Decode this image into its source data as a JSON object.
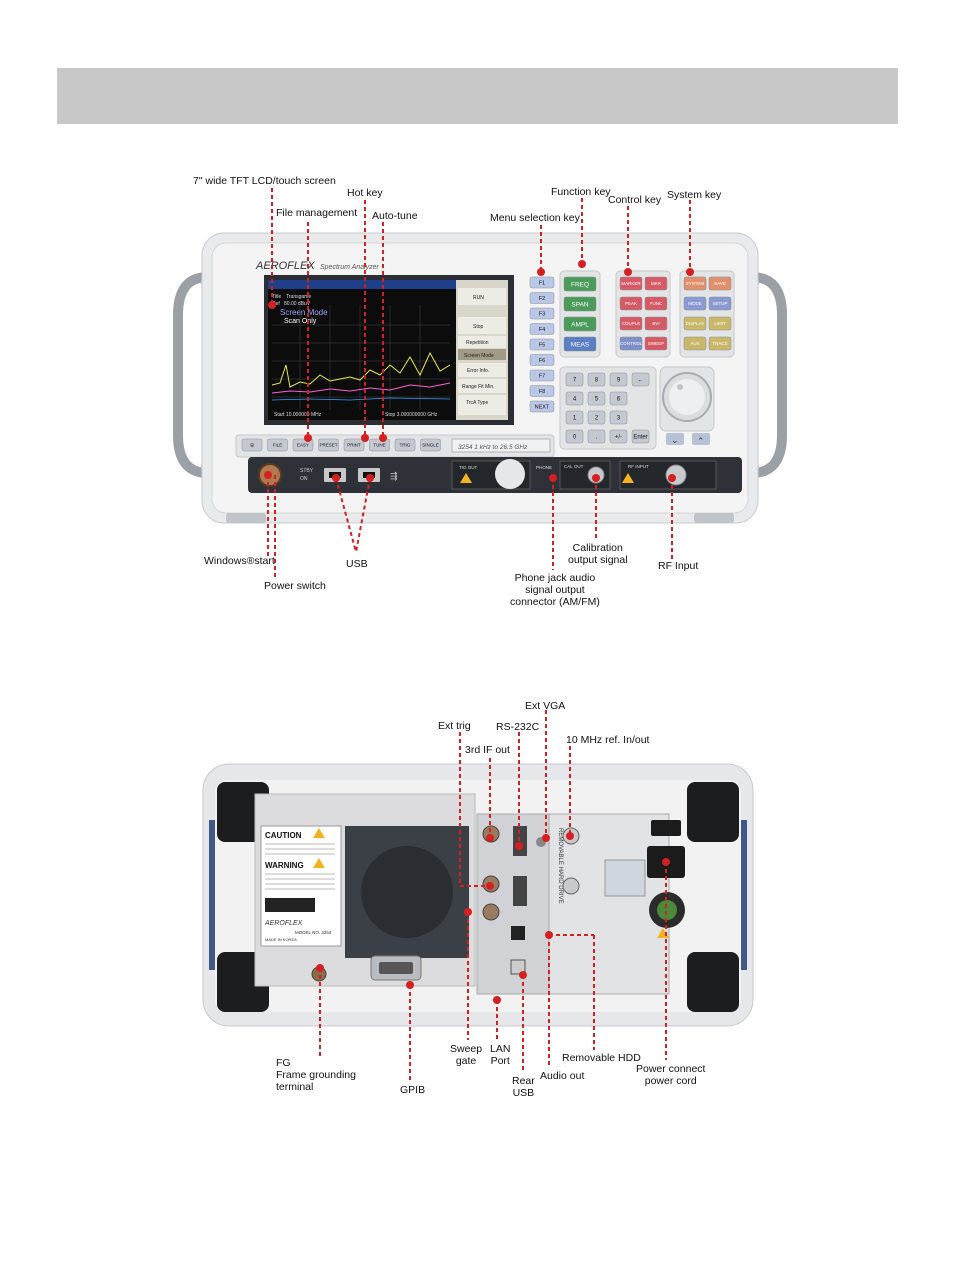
{
  "front_labels": {
    "lcd": "7\" wide TFT LCD/touch screen",
    "hot_key": "Hot key",
    "file_management": "File management",
    "auto_tune": "Auto-tune",
    "function_key": "Function key",
    "control_key": "Control key",
    "system_key": "System key",
    "menu_selection_key": "Menu selection key",
    "windows_start": "Windows®start",
    "usb": "USB",
    "power_switch": "Power switch",
    "calibration_output": "Calibration\noutput signal",
    "rf_input": "RF Input",
    "phone_jack": "Phone jack audio\nsignal output\nconnector (AM/FM)"
  },
  "rear_labels": {
    "ext_vga": "Ext VGA",
    "ext_trig": "Ext trig",
    "rs232c": "RS-232C",
    "third_if_out": "3rd IF out",
    "ref_10mhz": "10 MHz ref. In/out",
    "fg": "FG\nFrame grounding\nterminal",
    "gpib": "GPIB",
    "sweep_gate": "Sweep\ngate",
    "lan_port": "LAN\nPort",
    "rear_usb": "Rear\nUSB",
    "audio_out": "Audio out",
    "removable_hdd": "Removable HDD",
    "power_connect": "Power connect\npower cord"
  },
  "device_front": {
    "brand": "AEROFLEX",
    "product": "Spectrum Analyzer",
    "screen": {
      "title_left": "Title",
      "title_value": "Transgame",
      "ref_label": "Ref",
      "ref_value": "80.00 dBuV",
      "mode_1": "Screen Mode",
      "mode_2": "Scan Only",
      "start": "Start 10.000000 MHz",
      "stop": "Stop 3.000000000 GHz"
    },
    "softkeys": [
      "RUN",
      "Stop",
      "Repetition",
      "Screen Mode",
      "Error Info.",
      "Range Fit Min.",
      "TrcA Type"
    ],
    "f_keys": [
      "F1",
      "F2",
      "F3",
      "F4",
      "F5",
      "F6",
      "F7",
      "F8",
      "NEXT"
    ],
    "function_keys": [
      "FREQ",
      "SPAN",
      "AMPL",
      "MEAS"
    ],
    "control_keys": [
      "MARKER",
      "MKR",
      "PEAK",
      "FUNC",
      "COUPLE",
      "BW",
      "CONTROL",
      "SWEEP"
    ],
    "system_keys": [
      "SYSTEM",
      "SAVE",
      "MODE",
      "SETUP",
      "DISPLAY",
      "LIMIT",
      "AUX",
      "TRACE"
    ],
    "numpad": [
      "7",
      "8",
      "9",
      "←",
      "4",
      "5",
      "6",
      "1",
      "2",
      "3",
      "0",
      ".",
      "+/-",
      "Enter"
    ],
    "bottom_keys": [
      "⊞",
      "FILE",
      "EASY",
      "PRESET",
      "PRINT",
      "TUNE",
      "TRIG",
      "SINGLE"
    ],
    "model_strip": "3254 1 kHz to 26.5 GHz",
    "ports": {
      "stby": "STBY",
      "on": "ON",
      "trig_out": "TIG OUT",
      "phone": "PHONE",
      "cal_out": "CAL OUT",
      "rf_input": "RF INPUT"
    }
  },
  "device_rear": {
    "caution_title": "CAUTION",
    "warning_title": "WARNING",
    "brand": "AEROFLEX",
    "model_text": "MODEL NO. 3254",
    "made_in": "MADE IN KOREA",
    "removable_text": "REMOVABLE HARD DRIVE"
  }
}
